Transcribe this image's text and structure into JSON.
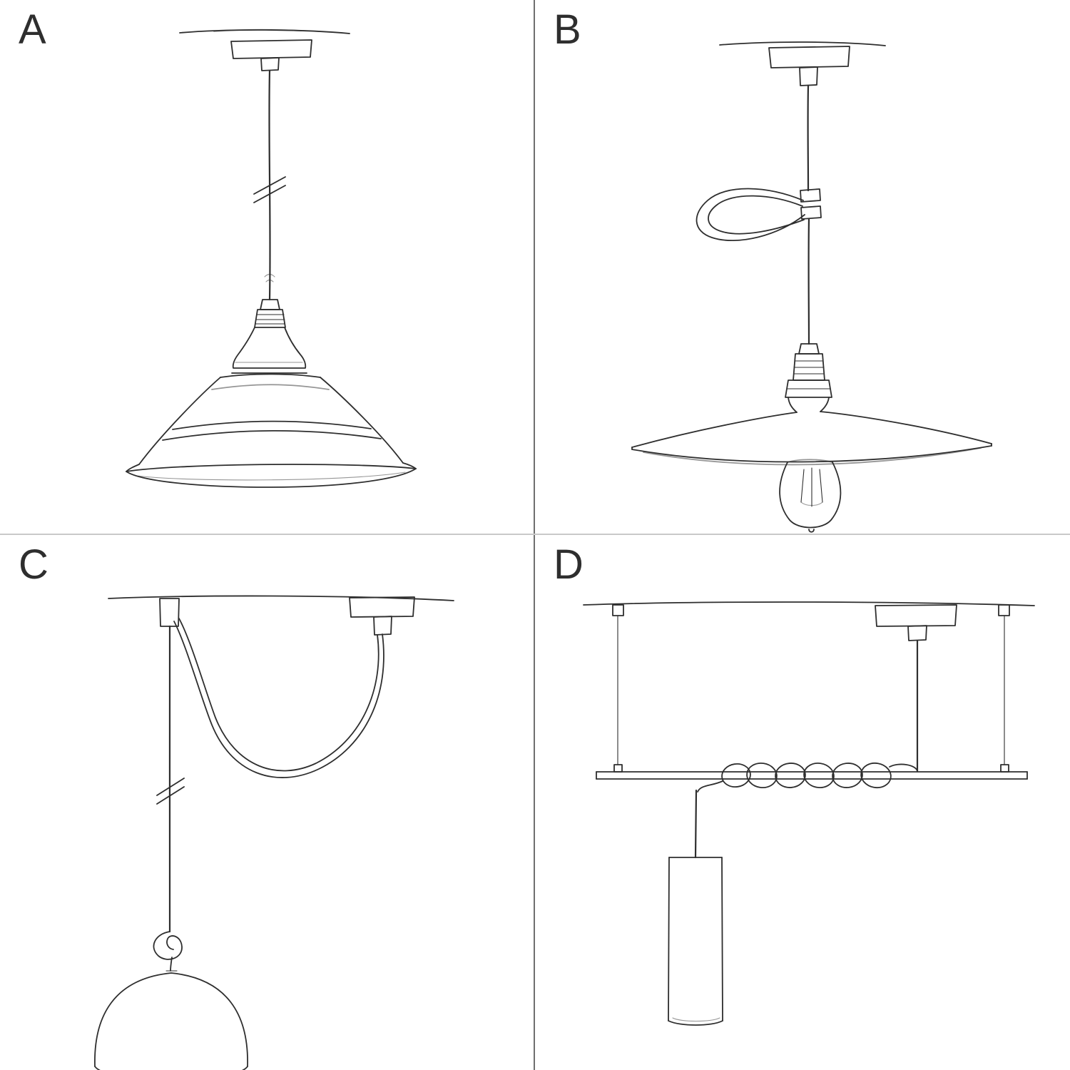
{
  "colors": {
    "ink": "#2e2e2e",
    "divider-v": "#6f6f6f",
    "divider-h": "#c9c9c9",
    "background": "#ffffff"
  },
  "panels": [
    {
      "label": "A",
      "sketch": "pendant-cord-industrial-bowler-shade-sketch"
    },
    {
      "label": "B",
      "sketch": "pendant-cord-with-loop-flat-plate-shade-edison-bulb-sketch"
    },
    {
      "label": "C",
      "sketch": "swag-pendant-with-hook-and-bell-shade-sketch"
    },
    {
      "label": "D",
      "sketch": "suspended-bar-with-coiled-cord-tube-pendant-sketch"
    }
  ]
}
